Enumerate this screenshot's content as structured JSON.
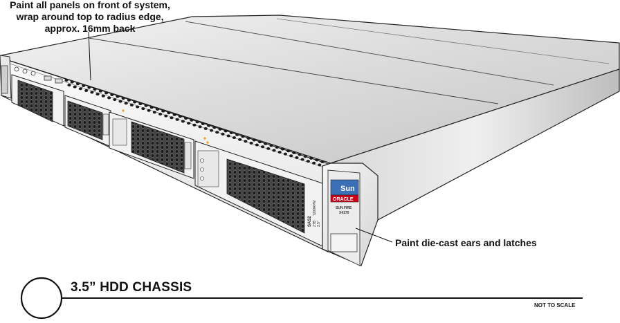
{
  "callouts": {
    "top_panels": "Paint all panels on front of system, wrap around top to radius edge, approx. 16mm back",
    "ears_latches": "Paint die-cast ears and latches"
  },
  "footer": {
    "chassis_title": "3.5” HDD CHASSIS",
    "scale_note": "NOT TO SCALE"
  },
  "ear_badge": {
    "brand_top": "Sun",
    "brand_bottom": "ORACLE",
    "model_line1": "SUN FIRE",
    "model_line2": "X4170"
  },
  "drive_labels": {
    "drive4": [
      "SAS2",
      "2TB",
      "7200RPM",
      "3.5\""
    ]
  },
  "colors": {
    "line": "#1a1a1a",
    "oracle_red": "#d0021b",
    "sun_blue": "#3b6fb6",
    "led_orange": "#f0a020"
  }
}
